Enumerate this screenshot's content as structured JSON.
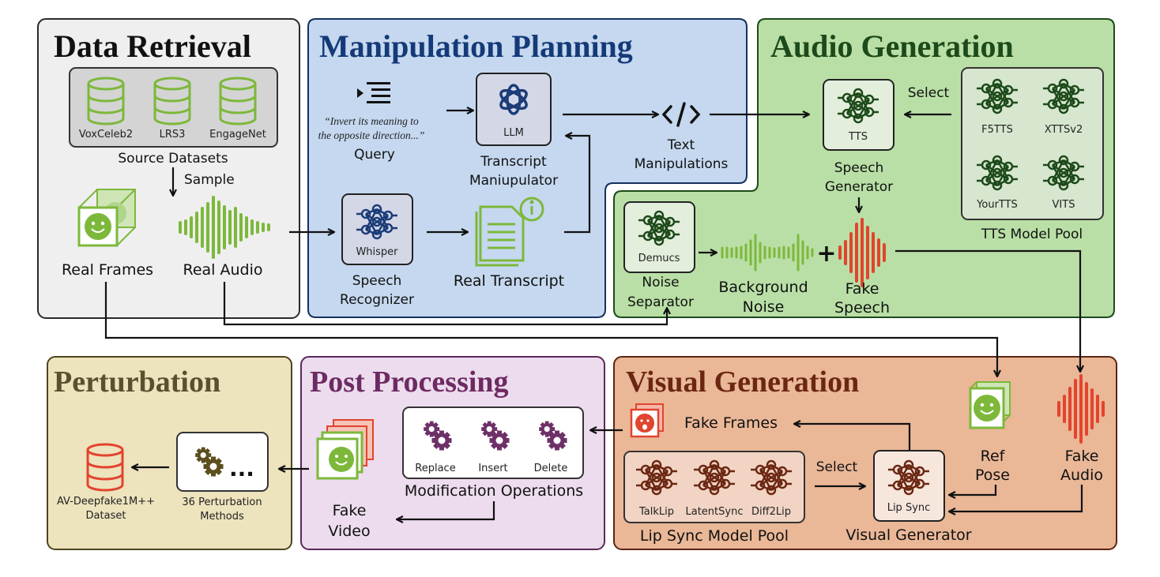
{
  "panels": {
    "data_retrieval": {
      "title": "Data Retrieval",
      "datasets": [
        "VoxCeleb2",
        "LRS3",
        "EngageNet"
      ],
      "source_label": "Source Datasets",
      "sample_label": "Sample",
      "real_frames": "Real Frames",
      "real_audio": "Real Audio"
    },
    "manipulation_planning": {
      "title": "Manipulation Planning",
      "query_text_1": "“Invert its meaning to",
      "query_text_2": "the opposite direction...”",
      "query_label": "Query",
      "llm_chip": "LLM",
      "manipulator_1": "Transcript",
      "manipulator_2": "Maniupulator",
      "text_manip_1": "Text",
      "text_manip_2": "Manipulations",
      "whisper_chip": "Whisper",
      "recognizer_1": "Speech",
      "recognizer_2": "Recognizer",
      "real_transcript": "Real Transcript"
    },
    "audio_generation": {
      "title": "Audio Generation",
      "tts_chip": "TTS",
      "generator_1": "Speech",
      "generator_2": "Generator",
      "select_label": "Select",
      "models": [
        "F5TTS",
        "XTTSv2",
        "YourTTS",
        "VITS"
      ],
      "pool_label": "TTS Model Pool",
      "demucs_chip": "Demucs",
      "separator_1": "Noise",
      "separator_2": "Separator",
      "background_1": "Background",
      "background_2": "Noise",
      "plus": "+",
      "fake_speech_1": "Fake",
      "fake_speech_2": "Speech"
    },
    "perturbation": {
      "title": "Perturbation",
      "dataset_1": "AV-Deepfake1M++",
      "dataset_2": "Dataset",
      "methods_1": "36 Perturbation",
      "methods_2": "Methods",
      "ellipsis": "..."
    },
    "post_processing": {
      "title": "Post Processing",
      "operations": [
        "Replace",
        "Insert",
        "Delete"
      ],
      "ops_label": "Modification Operations",
      "fake_video_1": "Fake",
      "fake_video_2": "Video"
    },
    "visual_generation": {
      "title": "Visual Generation",
      "fake_frames": "Fake Frames",
      "models": [
        "TalkLip",
        "LatentSync",
        "Diff2Lip"
      ],
      "pool_label": "Lip Sync Model Pool",
      "select_label": "Select",
      "lipsync_chip": "Lip Sync",
      "visual_generator": "Visual Generator",
      "ref_pose_1": "Ref",
      "ref_pose_2": "Pose",
      "fake_audio_1": "Fake",
      "fake_audio_2": "Audio"
    }
  },
  "colors": {
    "data_retrieval_bg": "#efefef",
    "manipulation_bg": "#c5d8ef",
    "audio_bg": "#b9dfa6",
    "perturbation_bg": "#ede3bd",
    "post_bg": "#ecdced",
    "visual_bg": "#eab797",
    "green_icon": "#7db83b",
    "blue_icon": "#1b3c78",
    "dark_green_icon": "#1d4a1a",
    "brown_icon": "#6b2712",
    "purple_icon": "#6e3068",
    "olive_icon": "#5c4f1f",
    "red_icon": "#e2442e"
  }
}
